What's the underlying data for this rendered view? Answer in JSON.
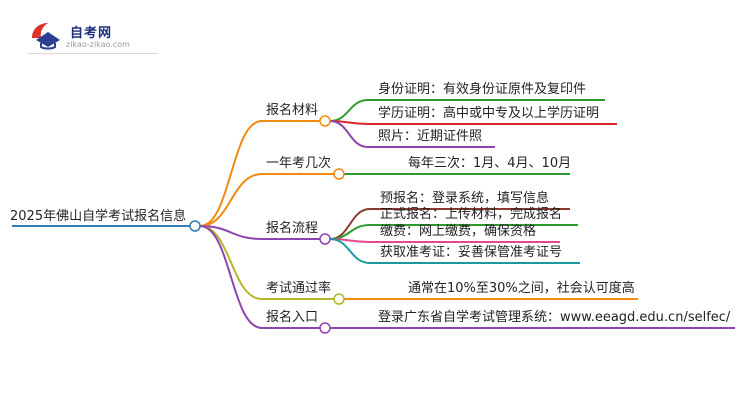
{
  "logo": {
    "name": "自考网",
    "domain": "zikao-zikao.com",
    "mark": "graduation-cap-logo"
  },
  "mindmap": {
    "root": "2025年佛山自学考试报名信息",
    "branches": [
      {
        "label": "报名材料",
        "color": "#f08a10",
        "leaves": [
          {
            "text": "身份证明：有效身份证原件及复印件",
            "color": "#2e9a2e"
          },
          {
            "text": "学历证明：高中或中专及以上学历证明",
            "color": "#d62828"
          },
          {
            "text": "照片：近期证件照",
            "color": "#8e44ad"
          }
        ]
      },
      {
        "label": "一年考几次",
        "color": "#f08a10",
        "leaves": [
          {
            "text": "每年三次：1月、4月、10月",
            "color": "#2e9a2e"
          }
        ]
      },
      {
        "label": "报名流程",
        "color": "#8e44ad",
        "leaves": [
          {
            "text": "预报名：登录系统，填写信息",
            "color": "#8b3a2e"
          },
          {
            "text": "正式报名：上传材料，完成报名",
            "color": "#2e9a2e"
          },
          {
            "text": "缴费：网上缴费，确保资格",
            "color": "#e04a8a"
          },
          {
            "text": "获取准考证：妥善保管准考证号",
            "color": "#1a9aa0"
          }
        ]
      },
      {
        "label": "考试通过率",
        "color": "#b7b52a",
        "leaves": [
          {
            "text": "通常在10%至30%之间，社会认可度高",
            "color": "#f08a10"
          }
        ]
      },
      {
        "label": "报名入口",
        "color": "#8e44ad",
        "leaves": [
          {
            "text": "登录广东省自学考试管理系统：www.eeagd.edu.cn/selfec/",
            "color": "#8e44ad"
          }
        ]
      }
    ]
  }
}
